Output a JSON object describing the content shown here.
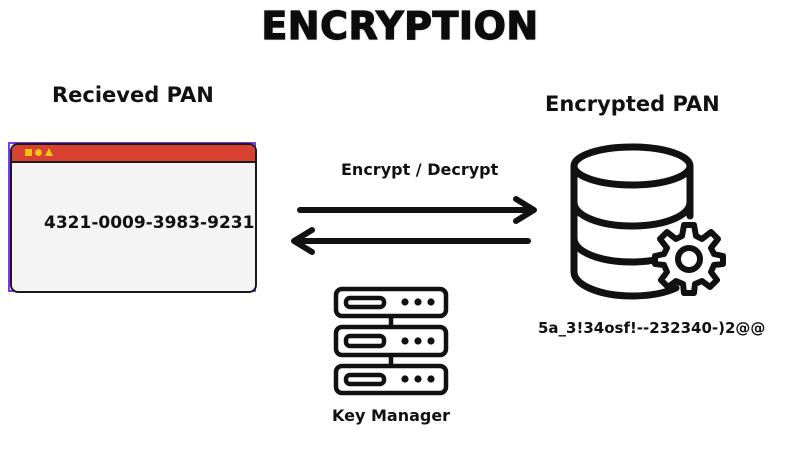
{
  "title": "ENCRYPTION",
  "received": {
    "label": "Recieved PAN",
    "pan": "4321-0009-3983-9231"
  },
  "encrypted": {
    "label": "Encrypted PAN",
    "value": "5a_3!34osf!--232340-)2@@"
  },
  "channel": {
    "label": "Encrypt / Decrypt"
  },
  "key_manager": {
    "label": "Key Manager"
  },
  "icons": {
    "browser": "browser-window-icon",
    "database": "database-gear-icon",
    "server": "server-rack-icon",
    "arrow_right": "arrow-right-icon",
    "arrow_left": "arrow-left-icon"
  },
  "colors": {
    "window_bar": "#d8412f",
    "window_dots": "#f3c316",
    "selection_frame": "#7c3aed"
  }
}
